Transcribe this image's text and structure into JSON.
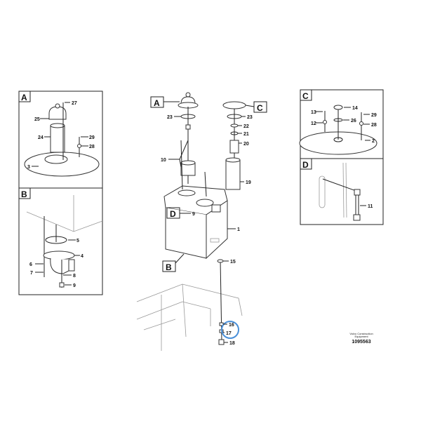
{
  "view_labels": {
    "A": "A",
    "B": "B",
    "C": "C",
    "D": "D"
  },
  "main_callouts": {
    "c23a": "23",
    "c23b": "23",
    "c22": "22",
    "c21": "21",
    "c20": "20",
    "c10": "10",
    "c19": "19",
    "c9": "9",
    "c1": "1",
    "c15": "15",
    "c16": "16",
    "c17": "17",
    "c18": "18"
  },
  "panel_a_callouts": {
    "c27": "27",
    "c25": "25",
    "c24": "24",
    "c29": "29",
    "c28": "28",
    "c3": "3"
  },
  "panel_b_callouts": {
    "c5": "5",
    "c4": "4",
    "c6": "6",
    "c7": "7",
    "c8": "8",
    "c9": "9"
  },
  "panel_c_callouts": {
    "c14": "14",
    "c13": "13",
    "c29": "29",
    "c26": "26",
    "c12": "12",
    "c28": "28",
    "c2": "2"
  },
  "panel_d_callouts": {
    "c11": "11"
  },
  "footer": {
    "company_line1": "Volvo Construction",
    "company_line2": "Equipment",
    "doc_number": "1095563"
  },
  "colors": {
    "highlight": "#4a90d9"
  }
}
